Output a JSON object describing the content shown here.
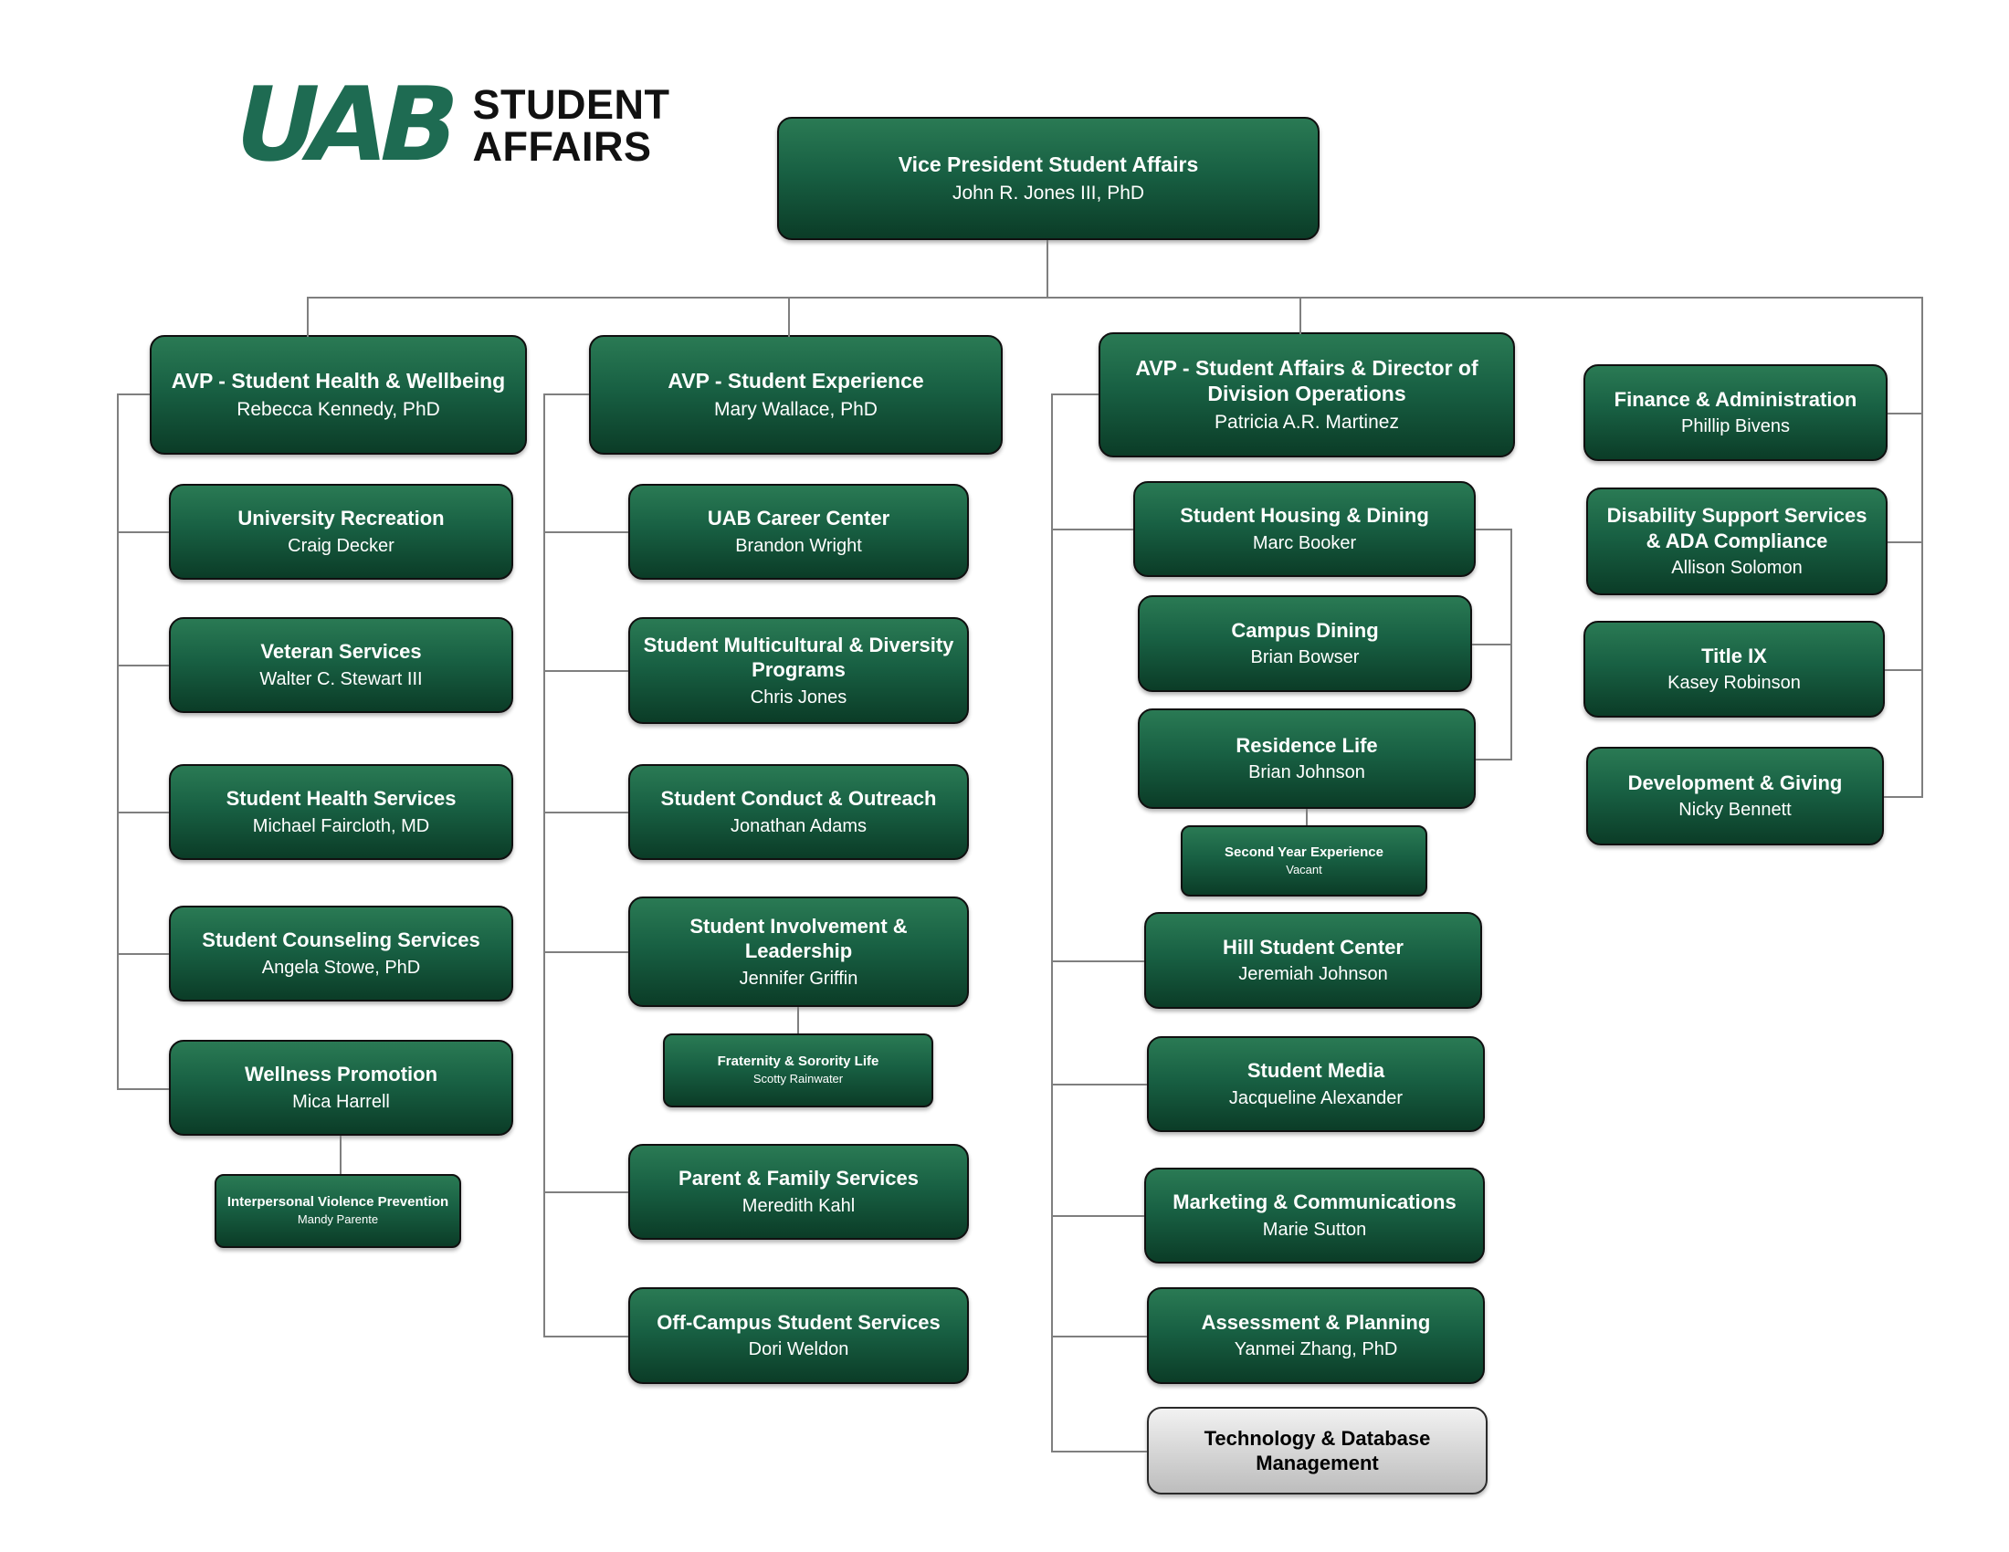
{
  "logo": {
    "mark": "UAB",
    "word1": "STUDENT",
    "word2": "AFFAIRS"
  },
  "colors": {
    "box_green_top": "#2a7a54",
    "box_green_bottom": "#0b3c27",
    "box_gray": "#d9d9d9",
    "connector": "#7f7f7f",
    "logo_green": "#1e6b52"
  },
  "nodes": {
    "vp": {
      "title": "Vice President Student Affairs",
      "name": "John R. Jones III, PhD"
    },
    "avp_health": {
      "title": "AVP - Student Health & Wellbeing",
      "name": "Rebecca Kennedy, PhD"
    },
    "university_recreation": {
      "title": "University Recreation",
      "name": "Craig Decker"
    },
    "veteran_services": {
      "title": "Veteran Services",
      "name": "Walter C. Stewart III"
    },
    "student_health_services": {
      "title": "Student Health Services",
      "name": "Michael Faircloth, MD"
    },
    "student_counseling": {
      "title": "Student Counseling Services",
      "name": "Angela Stowe, PhD"
    },
    "wellness_promotion": {
      "title": "Wellness Promotion",
      "name": "Mica Harrell"
    },
    "ivp": {
      "title": "Interpersonal Violence Prevention",
      "name": "Mandy Parente"
    },
    "avp_experience": {
      "title": "AVP - Student Experience",
      "name": "Mary Wallace, PhD"
    },
    "career_center": {
      "title": "UAB Career Center",
      "name": "Brandon Wright"
    },
    "multicultural": {
      "title": "Student Multicultural & Diversity Programs",
      "name": "Chris Jones"
    },
    "conduct": {
      "title": "Student Conduct & Outreach",
      "name": "Jonathan Adams"
    },
    "involvement": {
      "title": "Student Involvement & Leadership",
      "name": "Jennifer Griffin"
    },
    "fraternity": {
      "title": "Fraternity & Sorority Life",
      "name": "Scotty Rainwater"
    },
    "parent_family": {
      "title": "Parent & Family Services",
      "name": "Meredith Kahl"
    },
    "off_campus": {
      "title": "Off-Campus Student Services",
      "name": "Dori Weldon"
    },
    "avp_operations": {
      "title": "AVP - Student Affairs & Director of Division Operations",
      "name": "Patricia A.R. Martinez"
    },
    "housing_dining": {
      "title": "Student Housing & Dining",
      "name": "Marc Booker"
    },
    "campus_dining": {
      "title": "Campus Dining",
      "name": "Brian Bowser"
    },
    "residence_life": {
      "title": "Residence Life",
      "name": "Brian Johnson"
    },
    "second_year": {
      "title": "Second Year Experience",
      "name": "Vacant"
    },
    "hill_center": {
      "title": "Hill Student Center",
      "name": "Jeremiah Johnson"
    },
    "student_media": {
      "title": "Student Media",
      "name": "Jacqueline Alexander"
    },
    "marketing": {
      "title": "Marketing & Communications",
      "name": "Marie Sutton"
    },
    "assessment": {
      "title": "Assessment & Planning",
      "name": "Yanmei Zhang, PhD"
    },
    "technology": {
      "title": "Technology & Database Management",
      "name": ""
    },
    "finance": {
      "title": "Finance & Administration",
      "name": "Phillip Bivens"
    },
    "disability": {
      "title": "Disability Support Services & ADA Compliance",
      "name": "Allison Solomon"
    },
    "title_ix": {
      "title": "Title IX",
      "name": "Kasey Robinson"
    },
    "development": {
      "title": "Development & Giving",
      "name": "Nicky Bennett"
    }
  }
}
